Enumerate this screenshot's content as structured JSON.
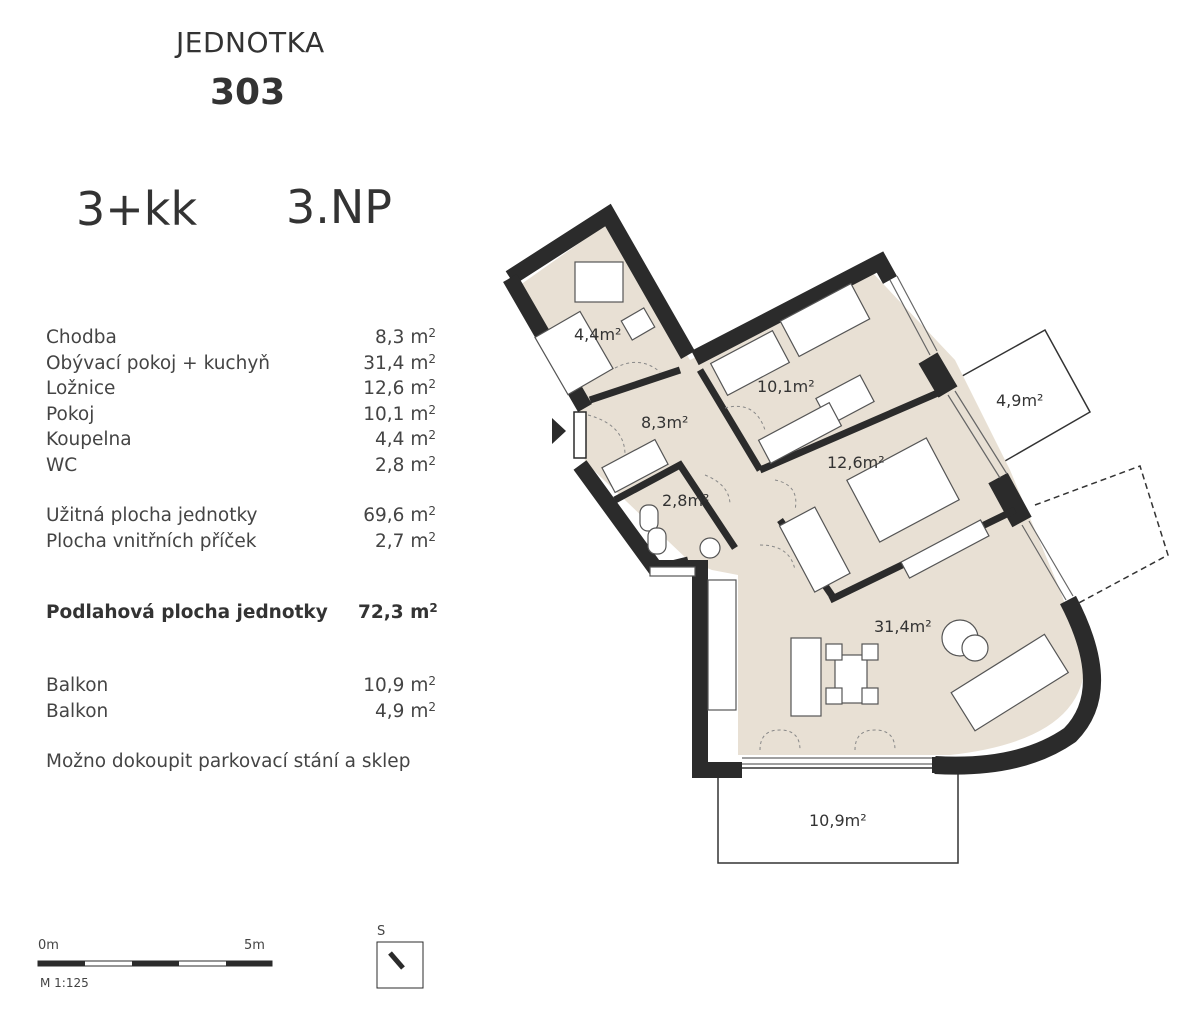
{
  "header": {
    "unit_label": "JEDNOTKA",
    "unit_number": "303",
    "layout_type": "3+kk",
    "floor": "3.NP"
  },
  "room_areas": [
    {
      "name": "Chodba",
      "value": "8,3 m",
      "unit_sup": "2"
    },
    {
      "name": "Obývací pokoj + kuchyň",
      "value": "31,4 m",
      "unit_sup": "2"
    },
    {
      "name": "Ložnice",
      "value": "12,6 m",
      "unit_sup": "2"
    },
    {
      "name": "Pokoj",
      "value": "10,1 m",
      "unit_sup": "2"
    },
    {
      "name": "Koupelna",
      "value": "4,4 m",
      "unit_sup": "2"
    },
    {
      "name": "WC",
      "value": "2,8 m",
      "unit_sup": "2"
    }
  ],
  "summary_areas": [
    {
      "name": "Užitná plocha jednotky",
      "value": "69,6 m",
      "unit_sup": "2"
    },
    {
      "name": "Plocha vnitřních příček",
      "value": "2,7 m",
      "unit_sup": "2"
    }
  ],
  "floor_total": {
    "name": "Podlahová plocha jednotky",
    "value": "72,3 m",
    "unit_sup": "2"
  },
  "balconies": [
    {
      "name": "Balkon",
      "value": "10,9 m",
      "unit_sup": "2"
    },
    {
      "name": "Balkon",
      "value": "4,9 m",
      "unit_sup": "2"
    }
  ],
  "note": "Možno dokoupit parkovací stání a sklep",
  "plan_labels": {
    "bathroom": "4,4m²",
    "room": "10,1m²",
    "balcony_small": "4,9m²",
    "hall": "8,3m²",
    "bedroom": "12,6m²",
    "wc": "2,8m²",
    "living": "31,4m²",
    "balcony_large": "10,9m²"
  },
  "scale": {
    "start": "0m",
    "end": "5m",
    "ratio": "M 1:125"
  },
  "compass": {
    "label": "S"
  },
  "colors": {
    "floor_fill": "#e8e0d4",
    "wall": "#2b2b2b",
    "text": "#3a3a3a"
  }
}
